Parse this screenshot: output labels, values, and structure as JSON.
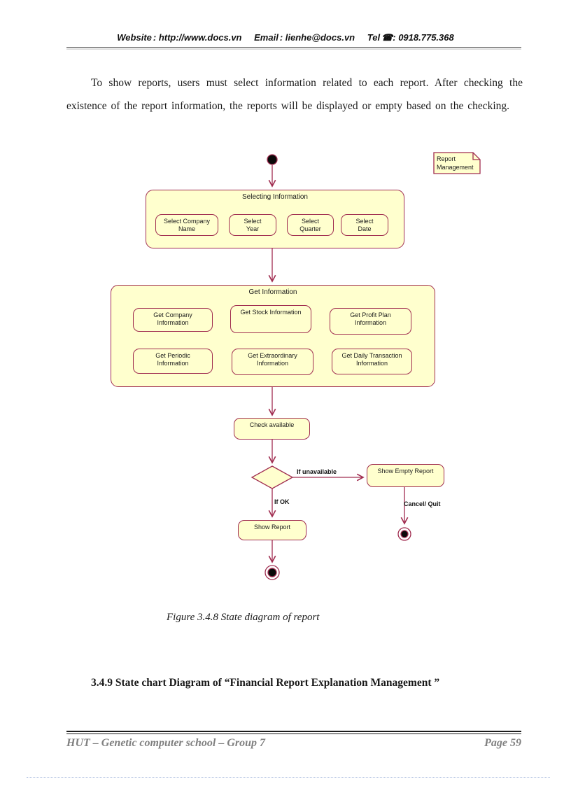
{
  "header": {
    "website_label": "Website",
    "website_value": ": http://www.docs.vn",
    "email_label": "Email",
    "email_value": ": lienhe@docs.vn",
    "tel_label": "Tel",
    "phone_icon": "☎",
    "tel_value": ": 0918.775.368"
  },
  "paragraph": "To show reports, users must select information related to each report. After checking the existence of the report information, the reports will be displayed or empty based on the checking.",
  "diagram": {
    "note": {
      "text": "Report\nManagement"
    },
    "selecting": {
      "title": "Selecting Information",
      "children": [
        {
          "label": "Select Company\nName"
        },
        {
          "label": "Select\nYear"
        },
        {
          "label": "Select\nQuarter"
        },
        {
          "label": "Select\nDate"
        }
      ]
    },
    "getting": {
      "title": "Get Information",
      "children": [
        {
          "label": "Get Company\nInformation"
        },
        {
          "label": "Get Stock Information"
        },
        {
          "label": "Get Profit Plan\nInformation"
        },
        {
          "label": "Get Periodic\nInformation"
        },
        {
          "label": "Get Extraordinary\nInformation"
        },
        {
          "label": "Get Daily Transaction\nInformation"
        }
      ]
    },
    "states": {
      "check_available": "Check available",
      "show_empty_report": "Show Empty Report",
      "show_report": "Show Report"
    },
    "transition_labels": {
      "if_unavailable": "If unavailable",
      "if_ok": "If OK",
      "cancel_quit": "Cancel/ Quit"
    },
    "colors": {
      "state_fill": "#FFFFCE",
      "state_border": "#A02D50",
      "connector": "#A02D50",
      "start_end_fill": "#0a0a0a"
    }
  },
  "caption": "Figure 3.4.8 State diagram of report",
  "heading": "3.4.9 State chart Diagram of “Financial Report Explanation Management ”",
  "footer": {
    "left": "HUT – Genetic computer school – Group 7",
    "right": "Page 59"
  }
}
